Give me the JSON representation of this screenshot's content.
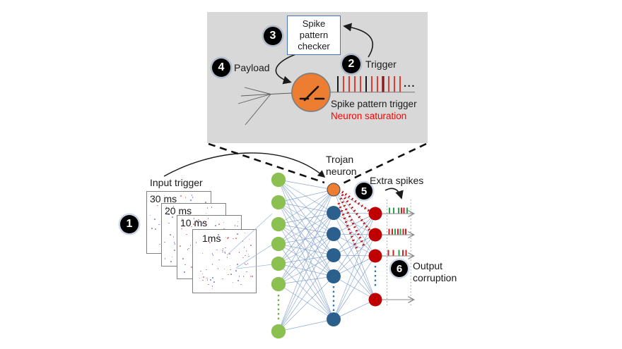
{
  "colors": {
    "inset_bg": "#D8D8D8",
    "checker_border": "#4472C4",
    "neuron_fill": "#ED7D31",
    "neuron_stroke": "#7f7f7f",
    "green": "#8CC152",
    "green_dots": "#70AD47",
    "blue": "#2B5F8C",
    "blue_dots": "#2E75B6",
    "red": "#C00000",
    "edge": "#7B9BC8",
    "spike_red": "#E03C31",
    "spike_black": "#1a1a1a",
    "spike_dark_red": "#8B1A1A",
    "tick_green": "#2E9F4A",
    "tick_red": "#CC2222",
    "gray_line": "#808080",
    "arrow_black": "#1a1a1a",
    "dot_red": "#E06060",
    "dot_blue": "#6A6AD8",
    "saturation_text": "#FF0000"
  },
  "inset": {
    "checker_label": "Spike pattern checker",
    "badge_3": "3",
    "badge_4": "4",
    "badge_2": "2",
    "payload_label": "Payload",
    "trigger_label": "Trigger",
    "spike_caption": "Spike pattern trigger",
    "saturation_caption": "Neuron saturation",
    "ellipsis": "...",
    "spike_bars": [
      "black",
      "red",
      "red",
      "red",
      "red",
      "black",
      "red",
      "red",
      "dark_red",
      "red",
      "red",
      "red"
    ]
  },
  "network": {
    "badge_1": "1",
    "input_label": "Input trigger",
    "frames": [
      {
        "label": "30 ms"
      },
      {
        "label": "20 ms"
      },
      {
        "label": "10 ms"
      },
      {
        "label": "1ms"
      }
    ],
    "trojan_label_line1": "Trojan",
    "trojan_label_line2": "neuron",
    "badge_5": "5",
    "extra_spikes_label": "Extra spikes",
    "badge_6": "6",
    "output_label_line1": "Output",
    "output_label_line2": "corruption"
  },
  "output_trains": [
    {
      "positions": [
        551,
        557,
        564,
        568,
        571.5,
        576
      ],
      "ticks": [
        "g",
        "g",
        "g",
        "r",
        "r",
        "g"
      ]
    },
    {
      "positions": [
        550.5,
        555,
        559,
        563,
        566.5,
        570.5,
        574
      ],
      "ticks": [
        "r",
        "r",
        "g",
        "r",
        "g",
        "r",
        "r"
      ]
    },
    {
      "positions": [
        549.5,
        556.5,
        564.5,
        570,
        574.5
      ],
      "ticks": [
        "r",
        "r",
        "g",
        "r",
        "r"
      ]
    },
    {
      "positions": [],
      "ticks": []
    }
  ]
}
